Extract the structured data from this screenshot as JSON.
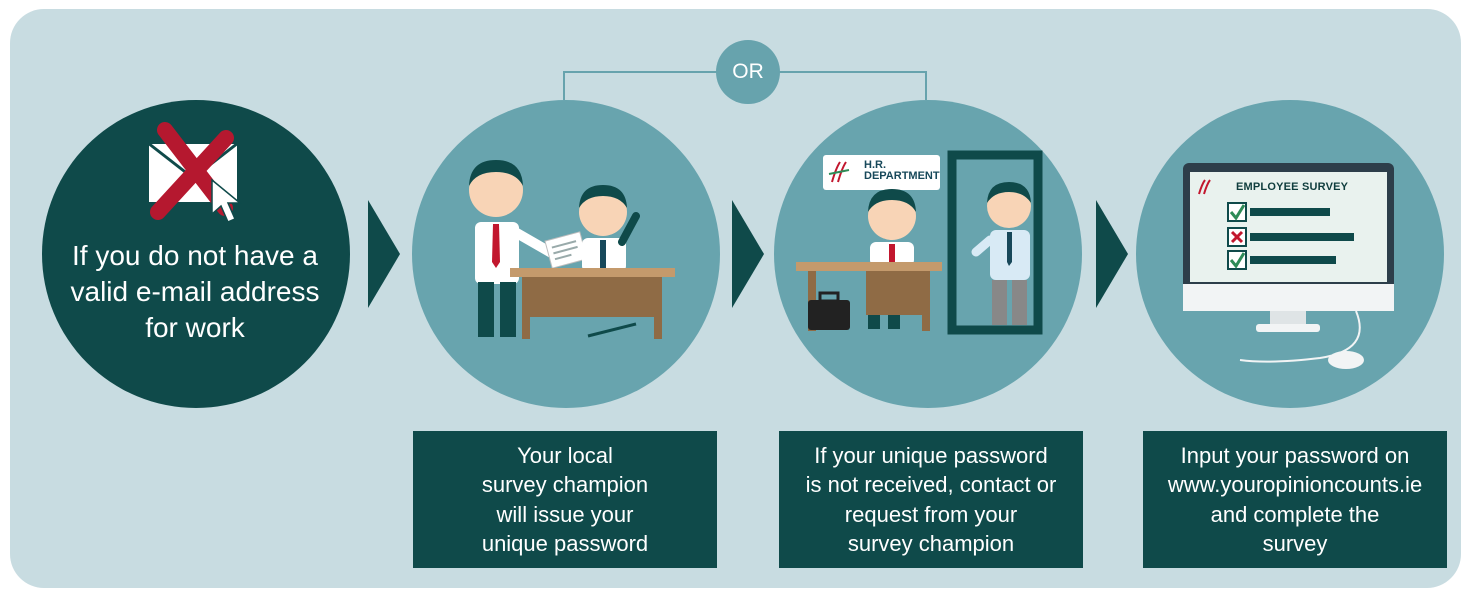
{
  "start": {
    "lines": [
      "If you do not have a",
      "valid e-mail address",
      "for work"
    ],
    "icon": "crossed-out-email-icon"
  },
  "or_label": "OR",
  "hr_sign": {
    "line1": "H.R.",
    "line2": "DEPARTMENT"
  },
  "survey_screen": {
    "title": "EMPLOYEE SURVEY"
  },
  "steps": [
    {
      "lines": [
        "Your local",
        "survey champion",
        "will issue your",
        "unique password"
      ]
    },
    {
      "lines": [
        "If your unique password",
        "is not received, contact or",
        "request from your",
        "survey champion"
      ]
    },
    {
      "lines": [
        "Input your password on",
        "www.youropinioncounts.ie",
        "and complete the",
        "survey"
      ]
    }
  ],
  "colors": {
    "panel_bg": "#c8dce1",
    "dark_teal": "#0f4a4a",
    "mid_teal": "#68a4ae",
    "accent_red": "#b5182f"
  }
}
